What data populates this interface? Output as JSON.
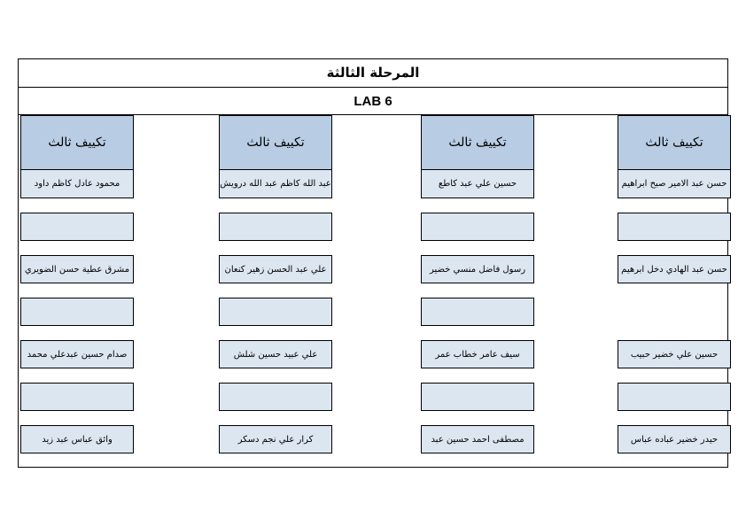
{
  "document": {
    "stage_title": "المرحلة الثالثة",
    "lab_title": "LAB 6"
  },
  "columns": [
    {
      "header": "تكييف ثالث",
      "names": [
        "محمود عادل كاظم داود",
        "مشرق عطية حسن الضويري",
        "صدام حسين عبدعلي محمد",
        "وائق عباس عبد زيد"
      ]
    },
    {
      "header": "تكييف ثالث",
      "names": [
        "عبد الله كاظم عبد الله درويش",
        "علي عبد الحسن زهير كنعان",
        "علي عبيد حسين شلش",
        "كرار علي نجم دسكر"
      ]
    },
    {
      "header": "تكييف ثالث",
      "names": [
        "حسين علي عبد كاطع",
        "رسول فاضل منسي خضير",
        "سيف عامر خطاب عمر",
        "مصطفى احمد حسين عبد"
      ]
    },
    {
      "header": "تكييف ثالث",
      "names": [
        "حسن عبد الامير صبح ابراهيم",
        "حسن عبد الهادي دخل ابرهيم",
        "حسين علي خضير حبيب",
        "حيدر خضير عباده عباس"
      ]
    }
  ]
}
